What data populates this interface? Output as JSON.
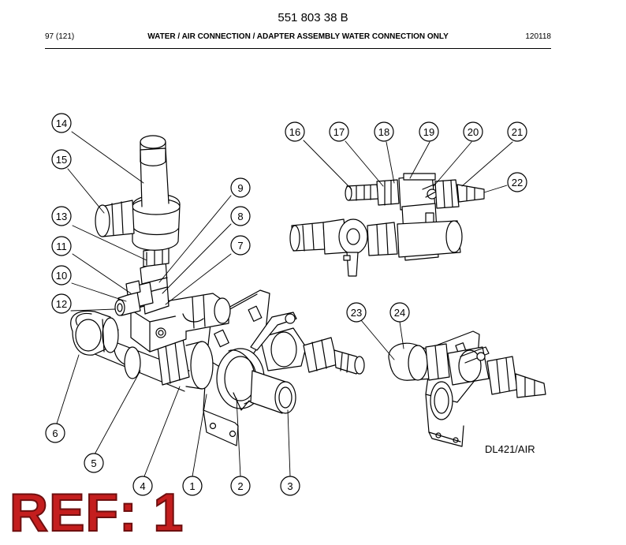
{
  "header": {
    "doc_number": "551 803 38 B",
    "page_ref": "97 (121)",
    "title": "WATER / AIR CONNECTION / ADAPTER ASSEMBLY WATER CONNECTION ONLY",
    "date_code": "120118"
  },
  "callouts": [
    "1",
    "2",
    "3",
    "4",
    "5",
    "6",
    "7",
    "8",
    "9",
    "10",
    "11",
    "12",
    "13",
    "14",
    "15",
    "16",
    "17",
    "18",
    "19",
    "20",
    "21",
    "22",
    "23",
    "24"
  ],
  "model_label": "DL421/AIR",
  "ref_label": "REF: 1"
}
